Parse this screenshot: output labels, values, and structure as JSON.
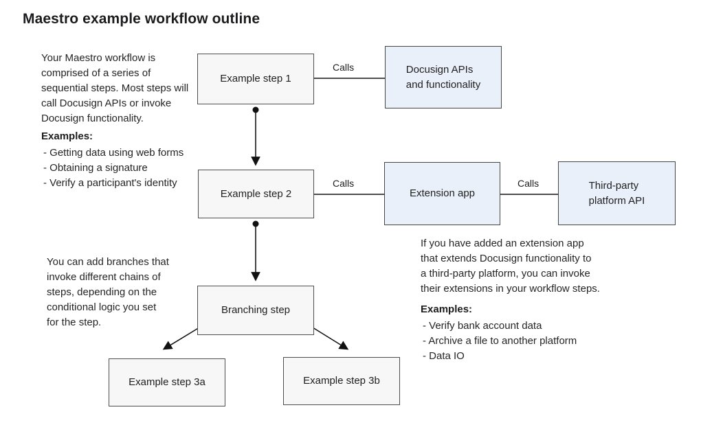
{
  "title": "Maestro example workflow outline",
  "colors": {
    "text": "#1f1f1f",
    "node_fill": "#f7f7f7",
    "node_border": "#4c4c4c",
    "external_fill": "#e9f0fa",
    "external_border": "#454545",
    "line": "#111111",
    "bg": "#ffffff"
  },
  "annotations": {
    "intro": "Your Maestro workflow is\ncomprised of a series of\nsequential steps. Most steps will\ncall Docusign APIs or invoke\nDocusign functionality.",
    "examples1": {
      "heading": "Examples:",
      "items": [
        "- Getting data using web forms",
        "- Obtaining a signature",
        "- Verify a participant's identity"
      ]
    },
    "branching_note": "You can add branches that\ninvoke different chains of\nsteps, depending on the\nconditional logic you set\nfor the step.",
    "extension_note": "If you have added an extension app\nthat extends Docusign functionality to\na third-party platform, you can invoke\ntheir extensions in your workflow steps.",
    "examples2": {
      "heading": "Examples:",
      "items": [
        "- Verify bank account data",
        "- Archive a file to another platform",
        "- Data IO"
      ]
    }
  },
  "nodes": {
    "step1": {
      "label": "Example step 1",
      "type": "step"
    },
    "docusign": {
      "label": "Docusign APIs\nand functionality",
      "type": "external"
    },
    "step2": {
      "label": "Example step 2",
      "type": "step"
    },
    "extension": {
      "label": "Extension app",
      "type": "external"
    },
    "third_party": {
      "label": "Third-party\nplatform API",
      "type": "external"
    },
    "branching": {
      "label": "Branching step",
      "type": "step"
    },
    "step3a": {
      "label": "Example step 3a",
      "type": "step"
    },
    "step3b": {
      "label": "Example step 3b",
      "type": "step"
    }
  },
  "edges": {
    "step1_to_docusign": {
      "label": "Calls"
    },
    "step2_to_extension": {
      "label": "Calls"
    },
    "extension_to_third_party": {
      "label": "Calls"
    }
  }
}
